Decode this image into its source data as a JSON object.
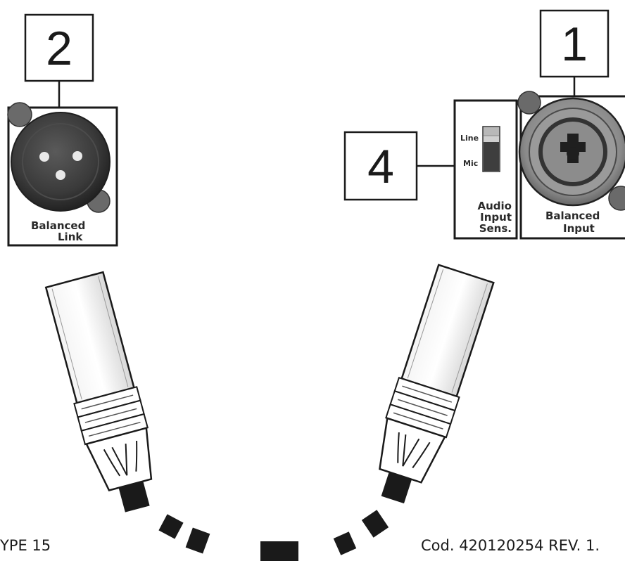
{
  "callouts": {
    "link_number": "2",
    "input_number": "1",
    "sens_number": "4"
  },
  "link_panel": {
    "label_line1": "Balanced",
    "label_line2": "Link"
  },
  "sens_panel": {
    "switch_top": "Line",
    "switch_bottom": "Mic",
    "label_line1": "Audio",
    "label_line2": "Input",
    "label_line3": "Sens."
  },
  "input_panel": {
    "label_line1": "Balanced",
    "label_line2": "Input"
  },
  "footer": {
    "left": "YPE 15",
    "right": "Cod. 420120254 REV. 1."
  },
  "colors": {
    "ink": "#1a1a1a",
    "connector_dark": "#3d3d3d",
    "connector_mid": "#8a8a8a",
    "pin": "#e8e8e8"
  }
}
